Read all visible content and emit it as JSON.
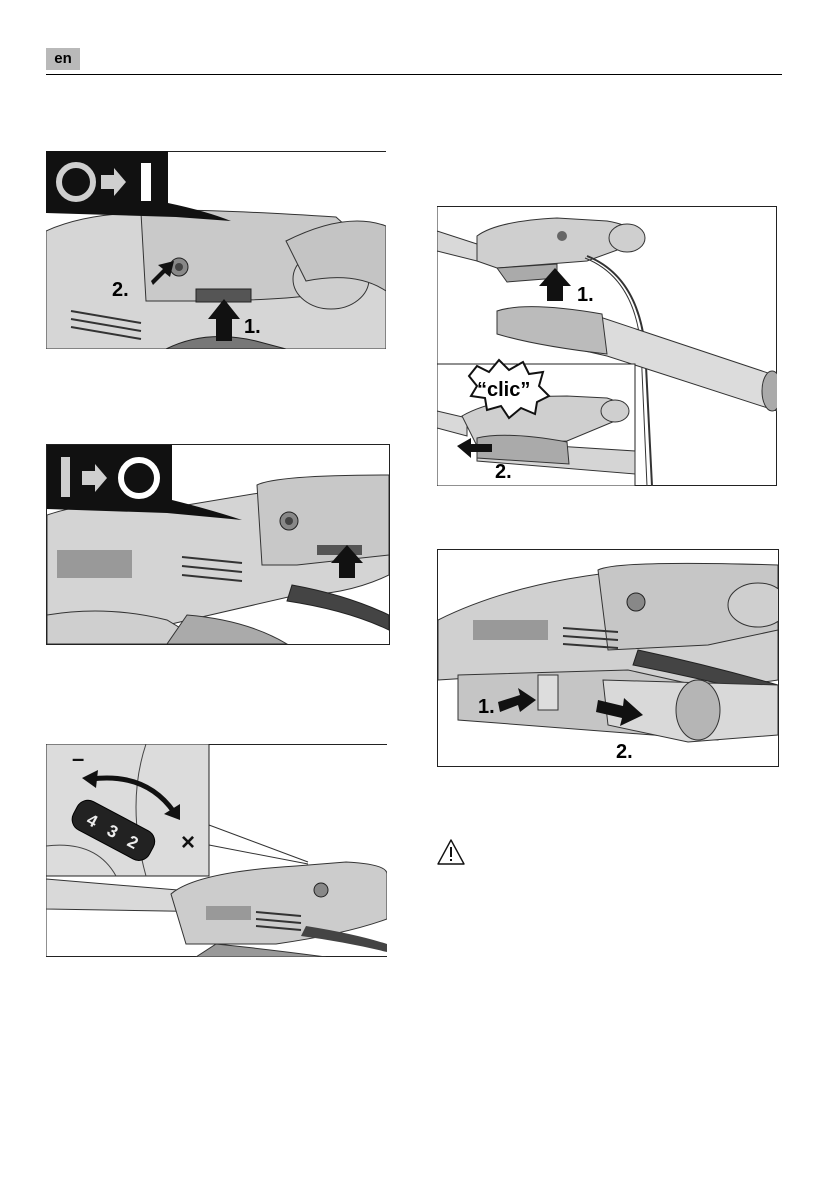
{
  "header": {
    "language": "en"
  },
  "figures": {
    "switch_on": {
      "symbol_from": "O",
      "symbol_to": "I",
      "step1": "1.",
      "step2": "2."
    },
    "switch_off": {
      "symbol_from": "I",
      "symbol_to": "O"
    },
    "speed_dial": {
      "minus": "–",
      "plus": "×",
      "dial_values": [
        "4",
        "3",
        "2"
      ]
    },
    "attach": {
      "step1": "1.",
      "step2": "2.",
      "sound": "“clic”"
    },
    "detach": {
      "step1": "1.",
      "step2": "2."
    }
  },
  "icons": {
    "warning": "warning-triangle-icon"
  }
}
